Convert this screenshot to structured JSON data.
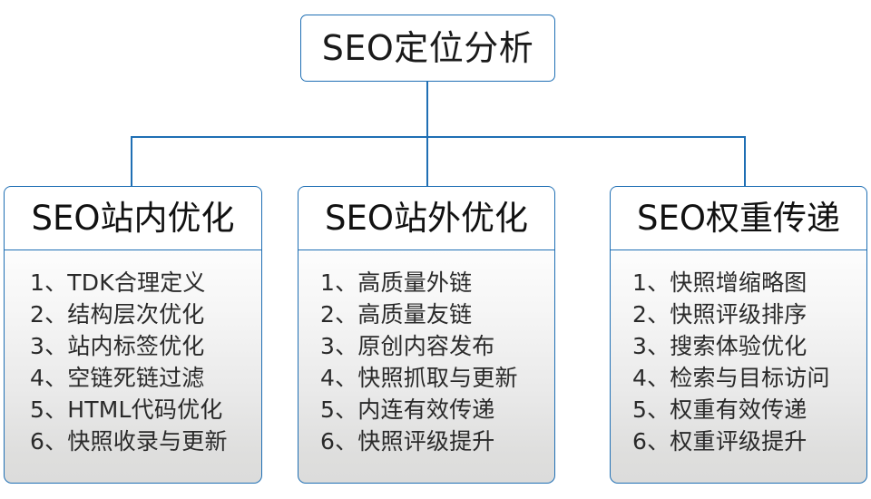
{
  "diagram": {
    "title": "SEO定位分析",
    "accent_color": "#1f6fb4",
    "root": {
      "label": "SEO定位分析"
    },
    "branches": [
      {
        "id": "on-site",
        "header": "SEO站内优化",
        "items": [
          "1、TDK合理定义",
          "2、结构层次优化",
          "3、站内标签优化",
          "4、空链死链过滤",
          "5、HTML代码优化",
          "6、快照收录与更新"
        ]
      },
      {
        "id": "off-site",
        "header": "SEO站外优化",
        "items": [
          "1、高质量外链",
          "2、高质量友链",
          "3、原创内容发布",
          "4、快照抓取与更新",
          "5、内连有效传递",
          "6、快照评级提升"
        ]
      },
      {
        "id": "weight-transfer",
        "header": "SEO权重传递",
        "items": [
          "1、快照增缩略图",
          "2、快照评级排序",
          "3、搜索体验优化",
          "4、检索与目标访问",
          "5、权重有效传递",
          "6、权重评级提升"
        ]
      }
    ]
  }
}
